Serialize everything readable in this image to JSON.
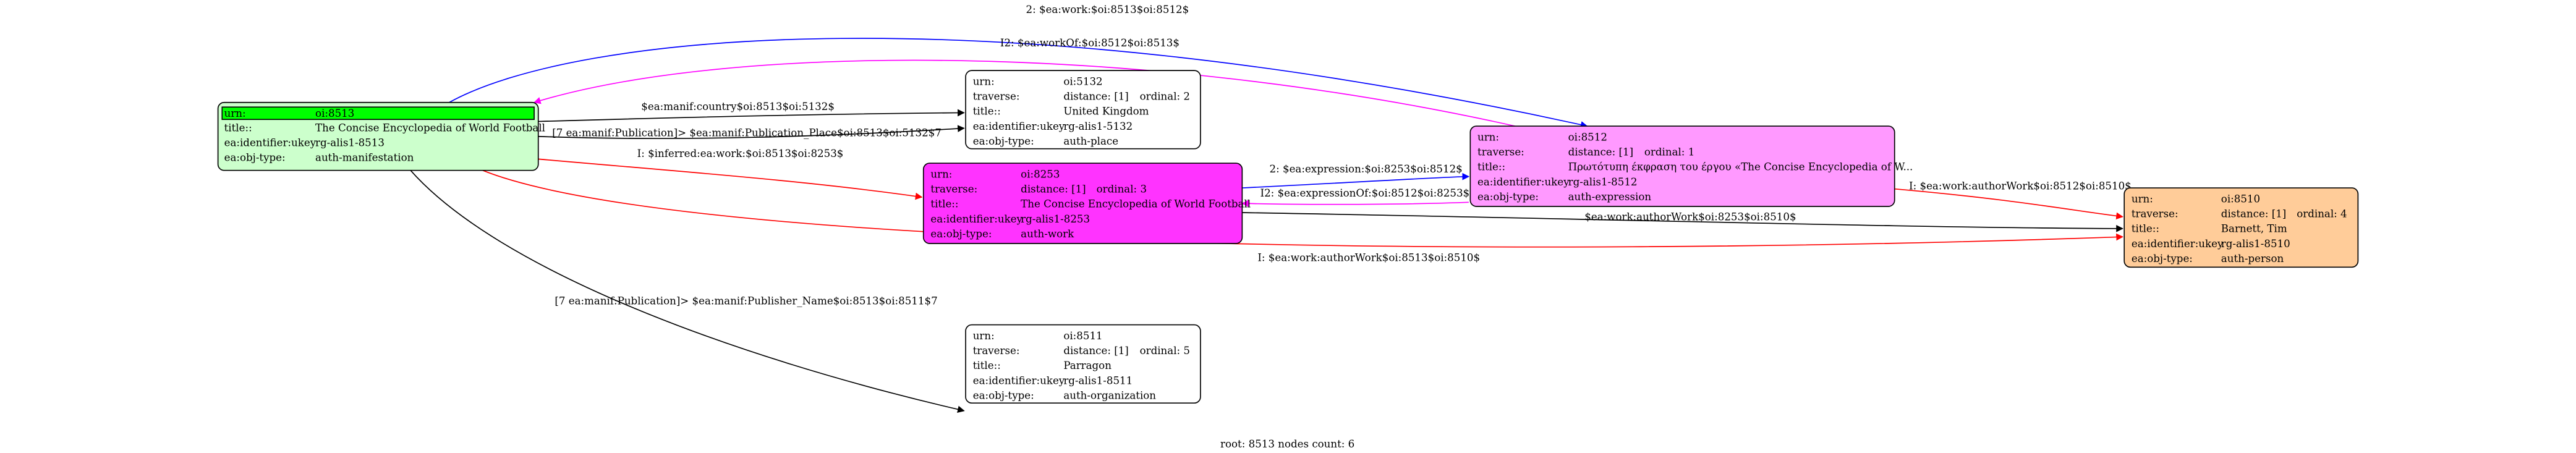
{
  "colors": {
    "manifestation": "#ccffcc",
    "manifestation_highlight": "#00ff00",
    "work": "#ff33ff",
    "expression": "#ff99ff",
    "person": "#ffcc99",
    "plain": "#ffffff",
    "edge_blue": "#0000ff",
    "edge_magenta": "#ff00ff",
    "edge_red": "#ff0000",
    "edge_black": "#000000"
  },
  "nodes": {
    "n8513": {
      "urn_label": "urn:",
      "urn_value": "oi:8513",
      "title_label": "title::",
      "title_value": "The Concise Encyclopedia of World Football",
      "ukey_label": "ea:identifier:ukey",
      "ukey_value": "rg-alis1-8513",
      "type_label": "ea:obj-type:",
      "type_value": "auth-manifestation"
    },
    "n5132": {
      "urn_label": "urn:",
      "urn_value": "oi:5132",
      "traverse_label": "traverse:",
      "traverse_value": "distance: [1]",
      "ordinal": "ordinal: 2",
      "title_label": "title::",
      "title_value": "United Kingdom",
      "ukey_label": "ea:identifier:ukey",
      "ukey_value": "rg-alis1-5132",
      "type_label": "ea:obj-type:",
      "type_value": "auth-place"
    },
    "n8253": {
      "urn_label": "urn:",
      "urn_value": "oi:8253",
      "traverse_label": "traverse:",
      "traverse_value": "distance: [1]",
      "ordinal": "ordinal: 3",
      "title_label": "title::",
      "title_value": "The Concise Encyclopedia of World Football",
      "ukey_label": "ea:identifier:ukey",
      "ukey_value": "rg-alis1-8253",
      "type_label": "ea:obj-type:",
      "type_value": "auth-work"
    },
    "n8512": {
      "urn_label": "urn:",
      "urn_value": "oi:8512",
      "traverse_label": "traverse:",
      "traverse_value": "distance: [1]",
      "ordinal": "ordinal: 1",
      "title_label": "title::",
      "title_value": "Πρωτότυπη έκφραση του έργου «The Concise Encyclopedia of W...",
      "ukey_label": "ea:identifier:ukey",
      "ukey_value": "rg-alis1-8512",
      "type_label": "ea:obj-type:",
      "type_value": "auth-expression"
    },
    "n8510": {
      "urn_label": "urn:",
      "urn_value": "oi:8510",
      "traverse_label": "traverse:",
      "traverse_value": "distance: [1]",
      "ordinal": "ordinal: 4",
      "title_label": "title::",
      "title_value": "Barnett, Tim",
      "ukey_label": "ea:identifier:ukey",
      "ukey_value": "rg-alis1-8510",
      "type_label": "ea:obj-type:",
      "type_value": "auth-person"
    },
    "n8511": {
      "urn_label": "urn:",
      "urn_value": "oi:8511",
      "traverse_label": "traverse:",
      "traverse_value": "distance: [1]",
      "ordinal": "ordinal: 5",
      "title_label": "title::",
      "title_value": "Parragon",
      "ukey_label": "ea:identifier:ukey",
      "ukey_value": "rg-alis1-8511",
      "type_label": "ea:obj-type:",
      "type_value": "auth-organization"
    }
  },
  "edges": {
    "e_work": "2: $ea:work:$oi:8513$oi:8512$",
    "e_workOf": "I2: $ea:workOf:$oi:8512$oi:8513$",
    "e_country": "$ea:manif:country$oi:8513$oi:5132$",
    "e_pubplace": "[7 ea:manif:Publication]> $ea:manif:Publication_Place$oi:8513$oi:5132$7",
    "e_inferred": "I: $inferred:ea:work:$oi:8513$oi:8253$",
    "e_expression": "2: $ea:expression:$oi:8253$oi:8512$",
    "e_expressionOf": "I2: $ea:expressionOf:$oi:8512$oi:8253$",
    "e_authorWork_8512": "I: $ea:work:authorWork$oi:8512$oi:8510$",
    "e_authorWork_8253": "$ea:work:authorWork$oi:8253$oi:8510$",
    "e_authorWork_8513": "I: $ea:work:authorWork$oi:8513$oi:8510$",
    "e_publisher": "[7 ea:manif:Publication]> $ea:manif:Publisher_Name$oi:8513$oi:8511$7"
  },
  "footer": "root: 8513 nodes count: 6"
}
